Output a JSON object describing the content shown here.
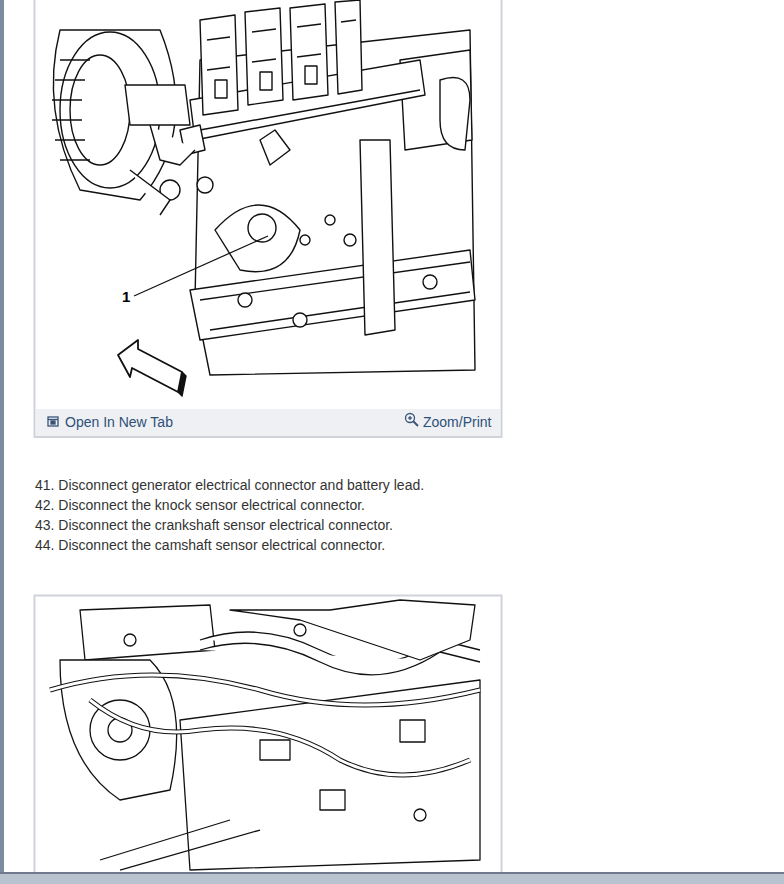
{
  "diagram": {
    "labels": [
      "1",
      "Open In New Tab",
      "Zoom/Print",
      "41. Disconnect generator electrical connector and battery lead.",
      "42. Disconnect the knock sensor electrical connector.",
      "43. Disconnect the crankshaft sensor electrical connector.",
      "44. Disconnect the camshaft sensor electrical connector."
    ]
  }
}
